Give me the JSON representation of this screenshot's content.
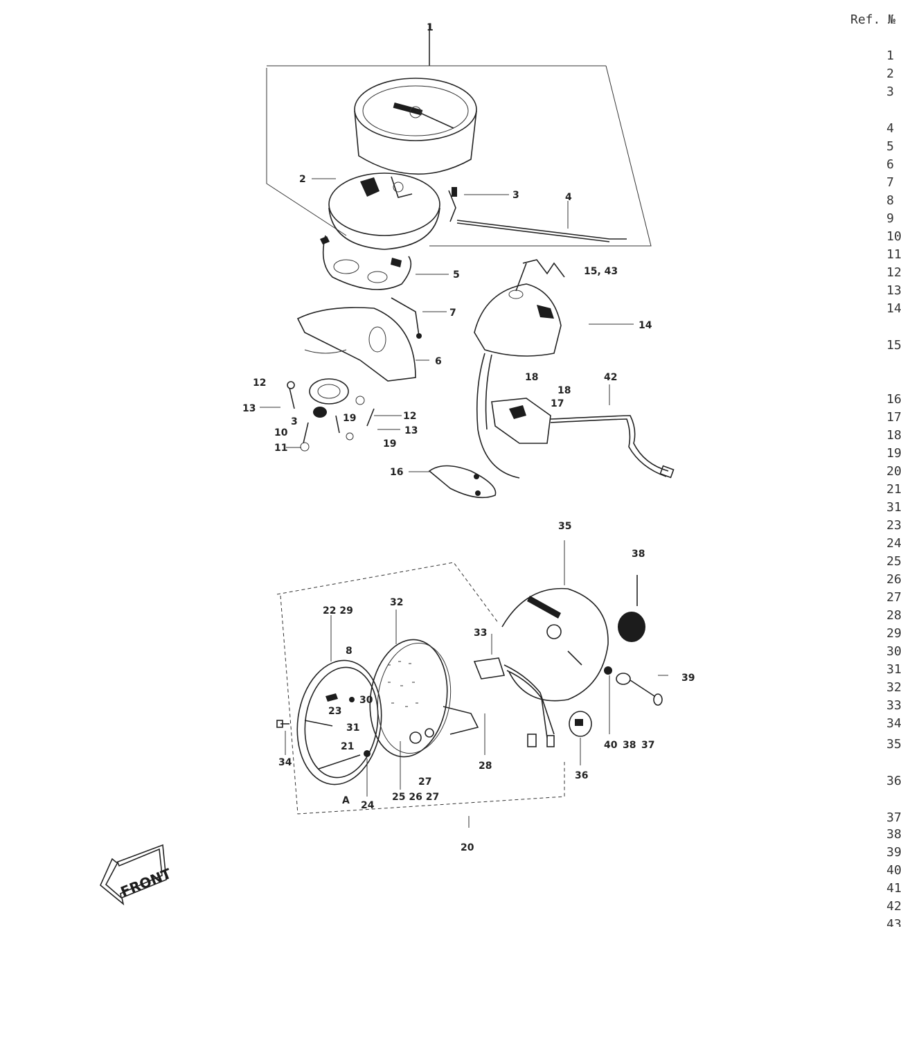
{
  "ref_column": {
    "header": "Ref. №",
    "numbers": [
      "1",
      "2",
      "3",
      "4",
      "5",
      "6",
      "7",
      "8",
      "9",
      "10",
      "11",
      "12",
      "13",
      "14",
      "15",
      "16",
      "17",
      "18",
      "19",
      "20",
      "21",
      "31",
      "23",
      "24",
      "25",
      "26",
      "27",
      "28",
      "29",
      "30",
      "31",
      "32",
      "33",
      "34",
      "35",
      "36",
      "37",
      "38",
      "39",
      "40",
      "41",
      "42",
      "43"
    ]
  },
  "callouts": {
    "c1": "1",
    "c2": "2",
    "c3": "3",
    "c4": "4",
    "c5": "5",
    "c6": "6",
    "c7": "7",
    "c12a": "12",
    "c13a": "13",
    "c3b": "3",
    "c10": "10",
    "c11": "11",
    "c19a": "19",
    "c12b": "12",
    "c13b": "13",
    "c19b": "19",
    "c15_43": "15, 43",
    "c14": "14",
    "c42": "42",
    "c18a": "18",
    "c18b": "18",
    "c17": "17",
    "c16": "16",
    "c35": "35",
    "c38a": "38",
    "c22_29": "22 29",
    "c32": "32",
    "c33": "33",
    "c39": "39",
    "c8": "8",
    "c30": "30",
    "c23": "23",
    "c31": "31",
    "c21": "21",
    "c34": "34",
    "c28": "28",
    "c36": "36",
    "c40": "40",
    "c38b": "38",
    "c37": "37",
    "c27a": "27",
    "c25_26_27": "25 26 27",
    "c24": "24",
    "cA": "A",
    "c20": "20"
  },
  "front_label": "FRONT"
}
